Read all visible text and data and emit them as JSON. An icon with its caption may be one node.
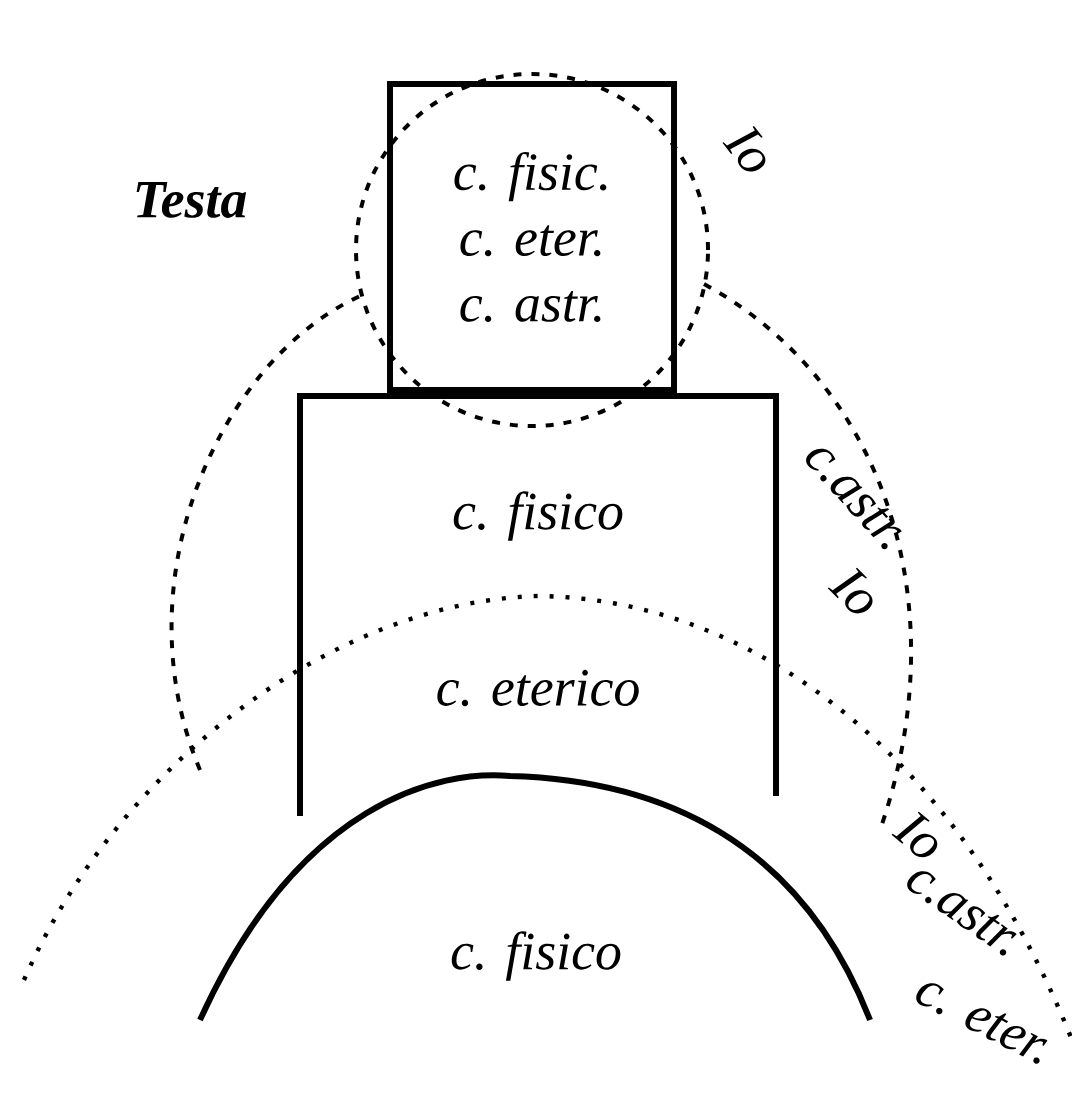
{
  "diagram": {
    "nodes": [
      {
        "text": [
          "c. fisic.",
          "c. eter.",
          "c. astr."
        ]
      },
      {
        "text": [
          "c. fisico",
          "c. eterico"
        ]
      },
      {
        "text": [
          "c. fisico"
        ]
      }
    ],
    "labels": [
      "Testa",
      "Io",
      "c.astr.",
      "Io",
      "Io",
      "c.astr.",
      "c. eter."
    ]
  }
}
